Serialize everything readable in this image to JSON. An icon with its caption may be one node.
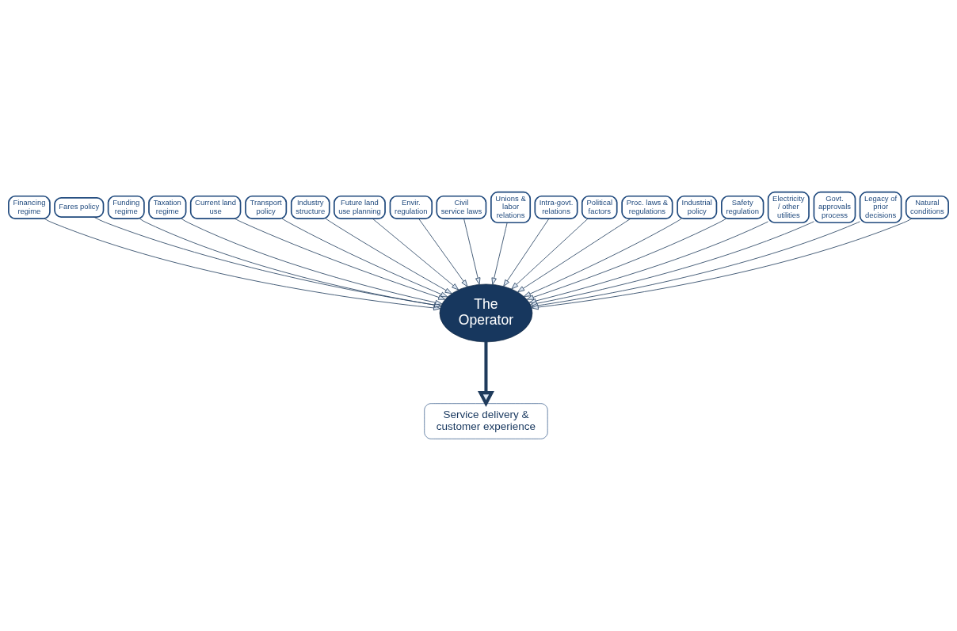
{
  "diagram": {
    "nodes": [
      {
        "text": [
          "Financing regime"
        ]
      },
      {
        "text": [
          "Fares policy"
        ]
      },
      {
        "text": [
          "Funding regime"
        ]
      },
      {
        "text": [
          "Taxation regime"
        ]
      },
      {
        "text": [
          "Current land use"
        ]
      },
      {
        "text": [
          "Transport policy"
        ]
      },
      {
        "text": [
          "Industry structure"
        ]
      },
      {
        "text": [
          "Future land use planning"
        ]
      },
      {
        "text": [
          "Envir. regulation"
        ]
      },
      {
        "text": [
          "Civil service laws"
        ]
      },
      {
        "text": [
          "Unions & labor relations"
        ]
      },
      {
        "text": [
          "Intra-govt. relations"
        ]
      },
      {
        "text": [
          "Political factors"
        ]
      },
      {
        "text": [
          "Proc. laws & regulations"
        ]
      },
      {
        "text": [
          "Industrial policy"
        ]
      },
      {
        "text": [
          "Safety regulation"
        ]
      },
      {
        "text": [
          "Electricity / other utilities"
        ]
      },
      {
        "text": [
          "Govt. approvals process"
        ]
      },
      {
        "text": [
          "Legacy of prior decisions"
        ]
      },
      {
        "text": [
          "Natural conditions"
        ]
      },
      {
        "text": [
          "The Operator"
        ]
      },
      {
        "text": [
          "Service delivery & customer experience"
        ]
      }
    ],
    "edges": [
      {
        "from": 0,
        "to": 20,
        "arrow": "to"
      },
      {
        "from": 1,
        "to": 20,
        "arrow": "to"
      },
      {
        "from": 2,
        "to": 20,
        "arrow": "to"
      },
      {
        "from": 3,
        "to": 20,
        "arrow": "to"
      },
      {
        "from": 4,
        "to": 20,
        "arrow": "to"
      },
      {
        "from": 5,
        "to": 20,
        "arrow": "to"
      },
      {
        "from": 6,
        "to": 20,
        "arrow": "to"
      },
      {
        "from": 7,
        "to": 20,
        "arrow": "to"
      },
      {
        "from": 8,
        "to": 20,
        "arrow": "to"
      },
      {
        "from": 9,
        "to": 20,
        "arrow": "to"
      },
      {
        "from": 10,
        "to": 20,
        "arrow": "to"
      },
      {
        "from": 11,
        "to": 20,
        "arrow": "to"
      },
      {
        "from": 12,
        "to": 20,
        "arrow": "to"
      },
      {
        "from": 13,
        "to": 20,
        "arrow": "to"
      },
      {
        "from": 14,
        "to": 20,
        "arrow": "to"
      },
      {
        "from": 15,
        "to": 20,
        "arrow": "to"
      },
      {
        "from": 16,
        "to": 20,
        "arrow": "to"
      },
      {
        "from": 17,
        "to": 20,
        "arrow": "to"
      },
      {
        "from": 18,
        "to": 20,
        "arrow": "to"
      },
      {
        "from": 19,
        "to": 20,
        "arrow": "to"
      },
      {
        "from": 20,
        "to": 21,
        "arrow": "to",
        "style": "thick"
      }
    ]
  }
}
